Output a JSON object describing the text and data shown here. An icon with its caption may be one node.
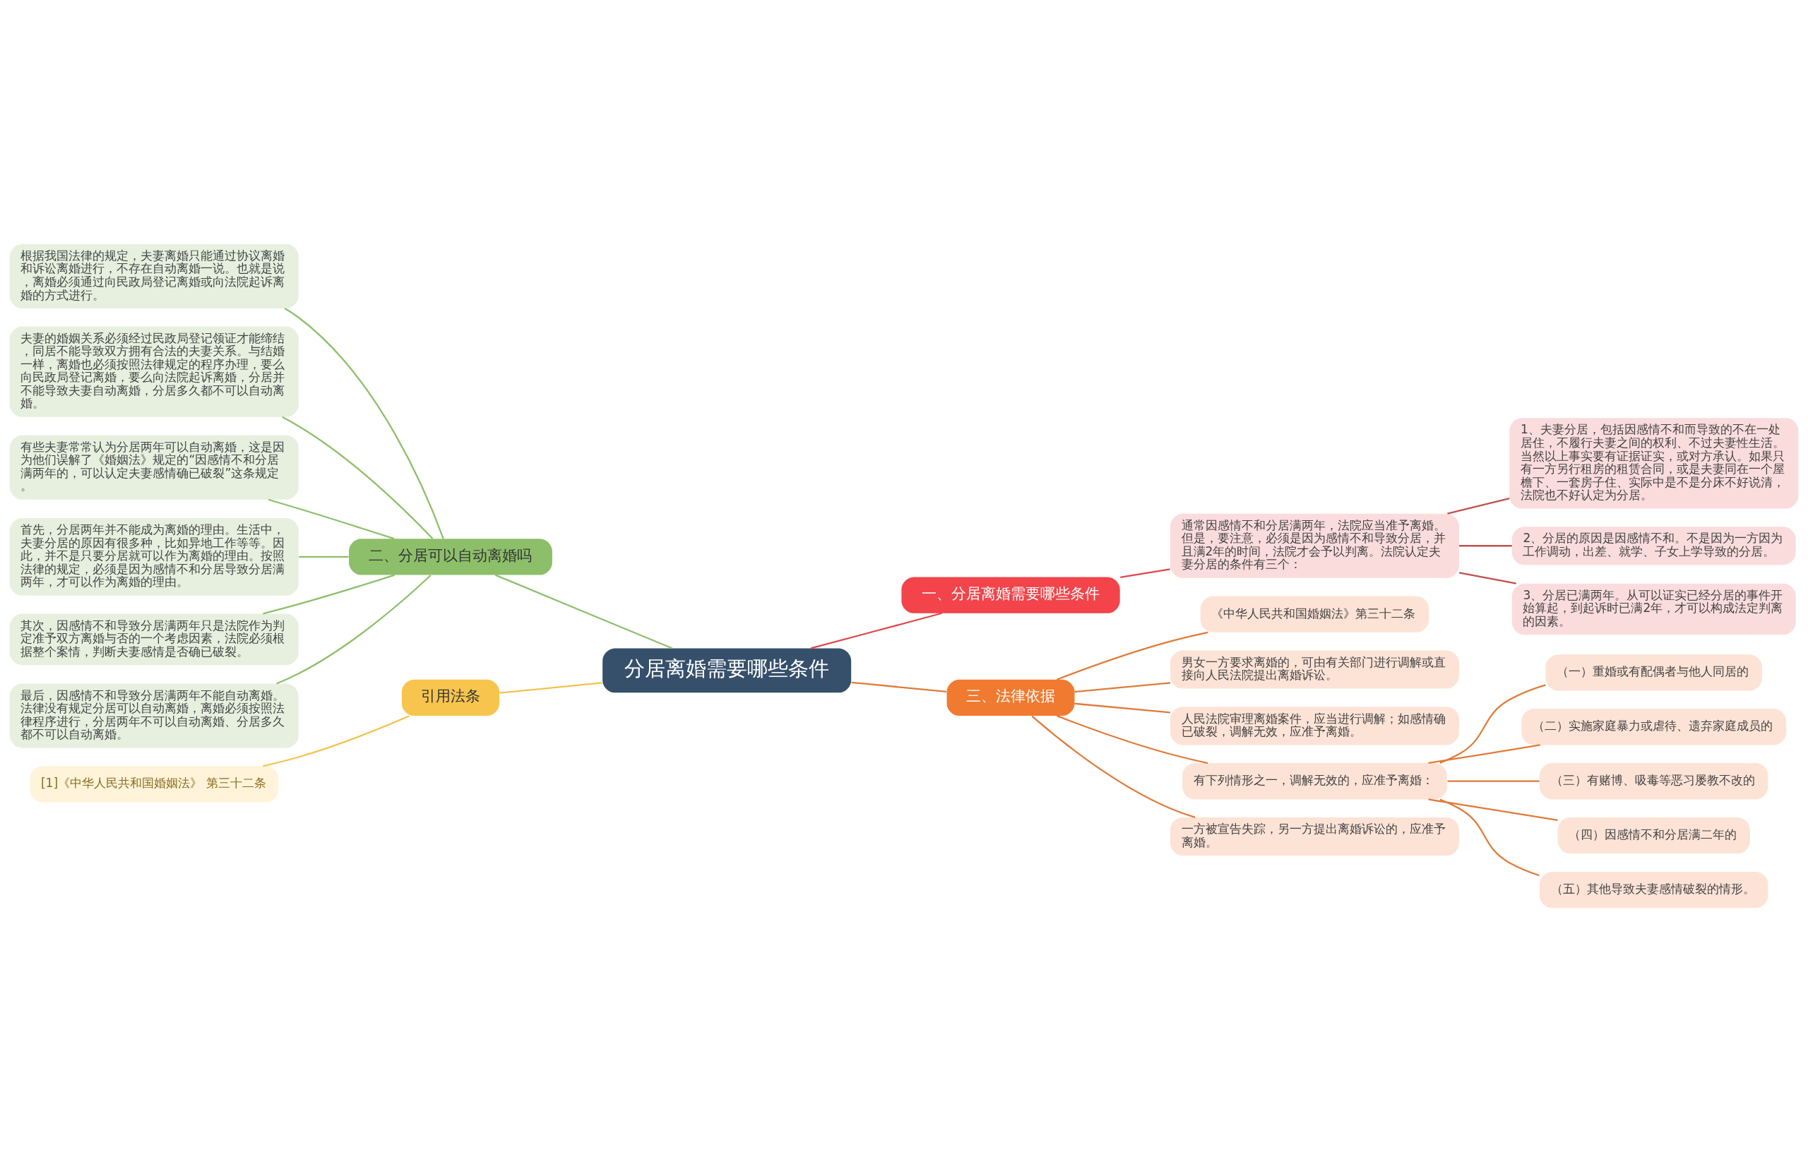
{
  "diagram": {
    "nodes": [
      {
        "text": [
          "分居离婚需要哪些条件"
        ]
      },
      {
        "text": [
          "一、分居离婚需要哪些条件"
        ]
      },
      {
        "text": [
          "通常因感情不和分居满两年，法院应当准予离婚。但是，要注意，必须是因为感情不和导致分居，并且满2年的时间，法院才会予以判离。法院认定夫妻分居的条件有三个："
        ]
      },
      {
        "text": [
          "1、夫妻分居，包括因感情不和而导致的不在一处居住，不履行夫妻之间的权利、不过夫妻性生活。当然以上事实要有证据证实，或对方承认。如果只有一方另行租房的租赁合同，或是夫妻同在一个屋檐下、一套房子住、实际中是不是分床不好说清，法院也不好认定为分居。"
        ]
      },
      {
        "text": [
          "2、分居的原因是因感情不和。不是因为一方因为工作调动，出差、就学、子女上学导致的分居。"
        ]
      },
      {
        "text": [
          "3、分居已满两年。从可以证实已经分居的事件开始算起，到起诉时已满2年，才可以构成法定判离的因素。"
        ]
      },
      {
        "text": [
          "二、分居可以自动离婚吗"
        ]
      },
      {
        "text": [
          "根据我国法律的规定，夫妻离婚只能通过协议离婚和诉讼离婚进行，不存在自动离婚一说。也就是说，离婚必须通过向民政局登记离婚或向法院起诉离婚的方式进行。"
        ]
      },
      {
        "text": [
          "夫妻的婚姻关系必须经过民政局登记领证才能缔结，同居不能导致双方拥有合法的夫妻关系。与结婚一样，离婚也必须按照法律规定的程序办理，要么向民政局登记离婚，要么向法院起诉离婚，分居并不能导致夫妻自动离婚，分居多久都不可以自动离婚。"
        ]
      },
      {
        "text": [
          "有些夫妻常常认为分居两年可以自动离婚，这是因为他们误解了《婚姻法》规定的“因感情不和分居满两年的，可以认定夫妻感情确已破裂”这条规定。"
        ]
      },
      {
        "text": [
          "首先，分居两年并不能成为离婚的理由。生活中，夫妻分居的原因有很多种，比如异地工作等等。因此，并不是只要分居就可以作为离婚的理由。按照法律的规定，必须是因为感情不和分居导致分居满两年，才可以作为离婚的理由。"
        ]
      },
      {
        "text": [
          "其次，因感情不和导致分居满两年只是法院作为判定准予双方离婚与否的一个考虑因素，法院必须根据整个案情，判断夫妻感情是否确已破裂。"
        ]
      },
      {
        "text": [
          "最后，因感情不和导致分居满两年不能自动离婚。法律没有规定分居可以自动离婚，离婚必须按照法律程序进行，分居两年不可以自动离婚、分居多久都不可以自动离婚。"
        ]
      },
      {
        "text": [
          "三、法律依据"
        ]
      },
      {
        "text": [
          "《中华人民共和国婚姻法》第三十二条"
        ]
      },
      {
        "text": [
          "男女一方要求离婚的，可由有关部门进行调解或直接向人民法院提出离婚诉讼。"
        ]
      },
      {
        "text": [
          "人民法院审理离婚案件，应当进行调解；如感情确已破裂，调解无效，应准予离婚。"
        ]
      },
      {
        "text": [
          "有下列情形之一，调解无效的，应准予离婚："
        ]
      },
      {
        "text": [
          "（一）重婚或有配偶者与他人同居的"
        ]
      },
      {
        "text": [
          "（二）实施家庭暴力或虐待、遗弃家庭成员的"
        ]
      },
      {
        "text": [
          "（三）有赌博、吸毒等恶习屡教不改的"
        ]
      },
      {
        "text": [
          "（四）因感情不和分居满二年的"
        ]
      },
      {
        "text": [
          "（五）其他导致夫妻感情破裂的情形。"
        ]
      },
      {
        "text": [
          "一方被宣告失踪，另一方提出离婚诉讼的，应准予离婚。"
        ]
      },
      {
        "text": [
          "引用法条"
        ]
      },
      {
        "text": [
          "[1]《中华人民共和国婚姻法》 第三十二条"
        ]
      }
    ],
    "edges": [
      {
        "from": 0,
        "to": 1,
        "arrow": "none",
        "color": "#e0474c"
      },
      {
        "from": 1,
        "to": 2,
        "arrow": "none",
        "color": "#e0474c"
      },
      {
        "from": 2,
        "to": 3,
        "arrow": "none",
        "color": "#c0504d"
      },
      {
        "from": 2,
        "to": 4,
        "arrow": "none",
        "color": "#c0504d"
      },
      {
        "from": 2,
        "to": 5,
        "arrow": "none",
        "color": "#c0504d"
      },
      {
        "from": 6,
        "to": 0,
        "arrow": "none",
        "color": "#8dbf6a"
      },
      {
        "from": 7,
        "to": 6,
        "arrow": "none",
        "color": "#8dbf6a"
      },
      {
        "from": 8,
        "to": 6,
        "arrow": "none",
        "color": "#8dbf6a"
      },
      {
        "from": 9,
        "to": 6,
        "arrow": "none",
        "color": "#8dbf6a"
      },
      {
        "from": 10,
        "to": 6,
        "arrow": "none",
        "color": "#8dbf6a"
      },
      {
        "from": 11,
        "to": 6,
        "arrow": "none",
        "color": "#8dbf6a"
      },
      {
        "from": 12,
        "to": 6,
        "arrow": "none",
        "color": "#8dbf6a"
      },
      {
        "from": 0,
        "to": 13,
        "arrow": "none"
      },
      {
        "from": 13,
        "to": 14,
        "arrow": "none"
      },
      {
        "from": 13,
        "to": 15,
        "arrow": "none"
      },
      {
        "from": 13,
        "to": 16,
        "arrow": "none"
      },
      {
        "from": 13,
        "to": 17,
        "arrow": "none"
      },
      {
        "from": 17,
        "to": 18,
        "arrow": "none"
      },
      {
        "from": 17,
        "to": 19,
        "arrow": "none"
      },
      {
        "from": 17,
        "to": 20,
        "arrow": "none"
      },
      {
        "from": 17,
        "to": 21,
        "arrow": "none"
      },
      {
        "from": 17,
        "to": 22,
        "arrow": "none"
      },
      {
        "from": 13,
        "to": 23,
        "arrow": "none"
      },
      {
        "from": 24,
        "to": 0,
        "arrow": "none",
        "color": "#f3c34d"
      },
      {
        "from": 25,
        "to": 24,
        "arrow": "none",
        "color": "#f3c34d"
      }
    ]
  }
}
